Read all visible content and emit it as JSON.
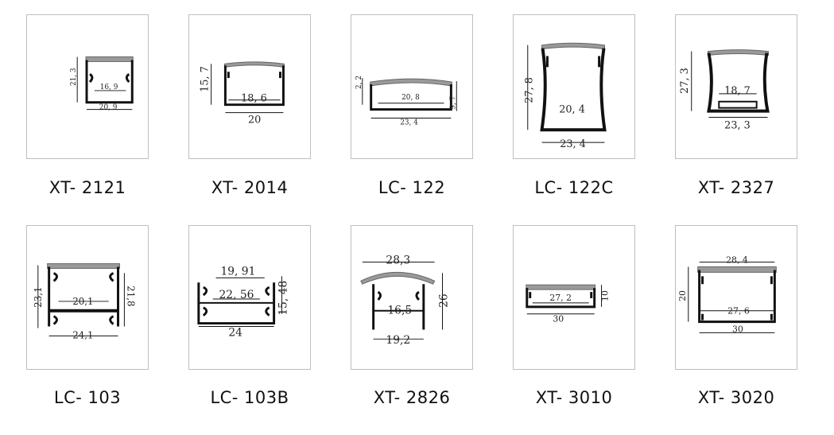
{
  "profiles": [
    {
      "model": "XT- 2121",
      "dims": {
        "height": "21, 3",
        "inner": "16, 9",
        "outer": "20, 9"
      }
    },
    {
      "model": "XT- 2014",
      "dims": {
        "height": "15, 7",
        "inner": "18, 6",
        "outer": "20"
      }
    },
    {
      "model": "LC- 122",
      "dims": {
        "cap": "2, 2",
        "height": "9, 7",
        "inner": "20, 8",
        "outer": "23, 4"
      }
    },
    {
      "model": "LC- 122C",
      "dims": {
        "height": "27, 8",
        "inner": "20, 4",
        "outer": "23, 4"
      }
    },
    {
      "model": "XT- 2327",
      "dims": {
        "height": "27, 3",
        "inner": "18, 7",
        "outer": "23, 3"
      }
    },
    {
      "model": "LC- 103",
      "dims": {
        "height_left": "23,1",
        "height_right": "21,8",
        "inner": "20,1",
        "outer": "24,1"
      }
    },
    {
      "model": "LC- 103B",
      "dims": {
        "top": "19, 91",
        "inner": "22, 56",
        "height": "15, 48",
        "outer": "24"
      }
    },
    {
      "model": "XT- 2826",
      "dims": {
        "top": "28,3",
        "inner": "16,5",
        "height": "26",
        "outer": "19,2"
      }
    },
    {
      "model": "XT- 3010",
      "dims": {
        "inner": "27, 2",
        "height": "10",
        "outer": "30"
      }
    },
    {
      "model": "XT- 3020",
      "dims": {
        "top": "28, 4",
        "inner": "27, 6",
        "height": "20",
        "outer": "30"
      }
    }
  ]
}
